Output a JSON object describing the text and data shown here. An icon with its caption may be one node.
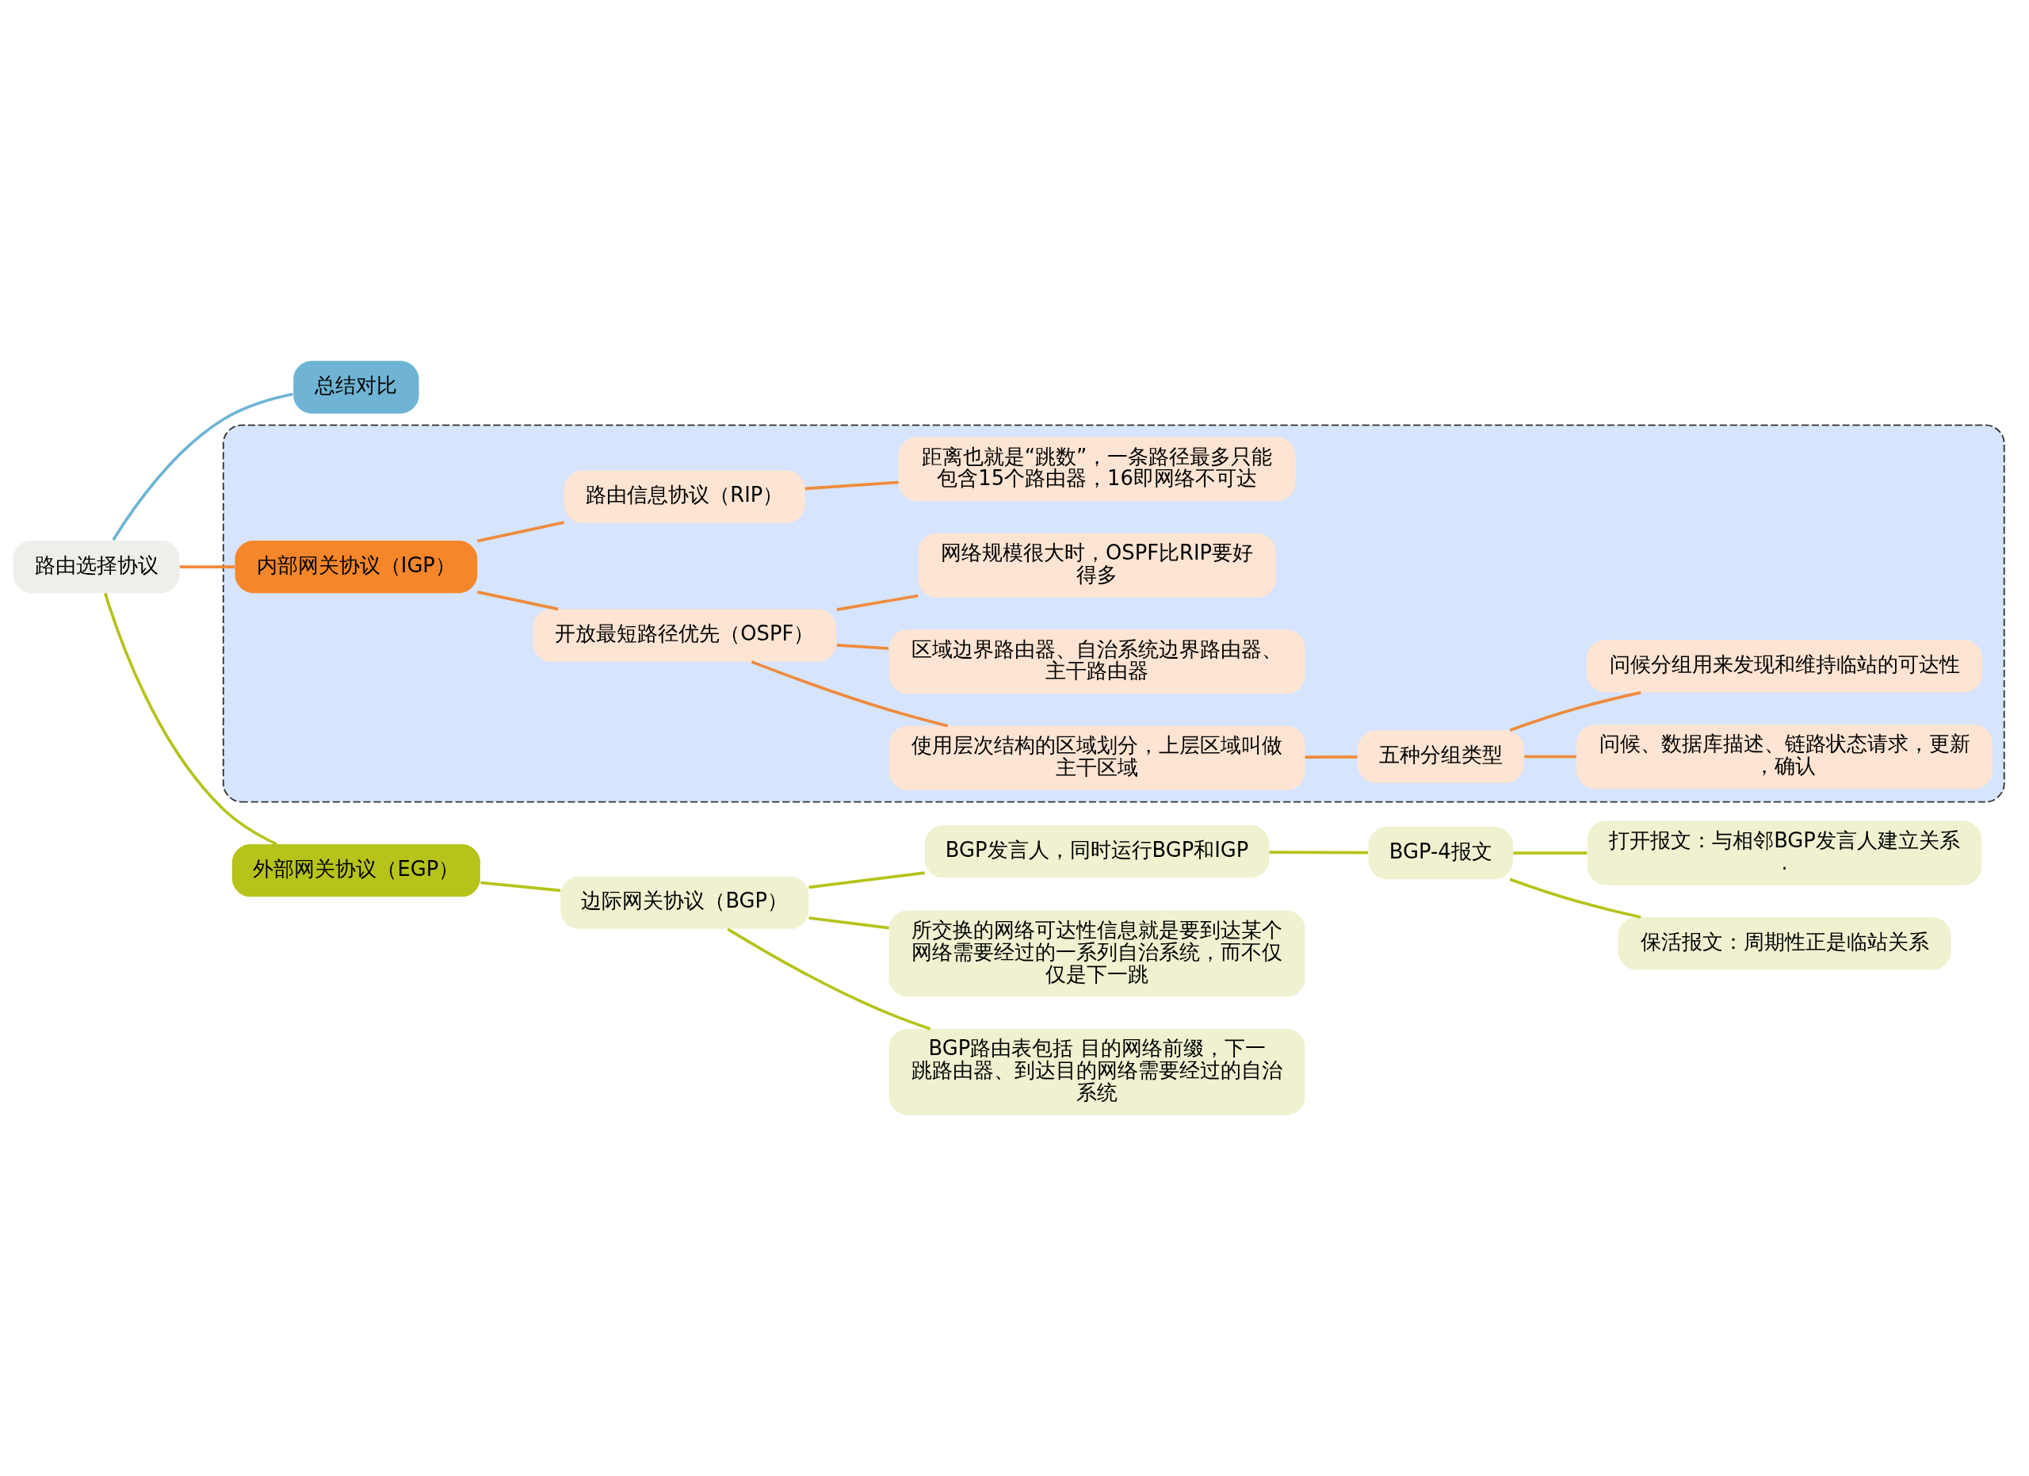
{
  "diagram": {
    "nodes": [
      {
        "text": [
          "路由选择协议"
        ]
      },
      {
        "text": [
          "总结对比"
        ]
      },
      {
        "text": [],
        "shape": "box"
      },
      {
        "text": [
          "内部网关协议（IGP）"
        ],
        "in": 2
      },
      {
        "text": [
          "开放最短路径优先（OSPF）"
        ],
        "in": 2
      },
      {
        "text": [
          "使用层次结构的区域划分，上层区域叫做主干区域"
        ],
        "in": 2
      },
      {
        "text": [
          "五种分组类型"
        ],
        "in": 2
      },
      {
        "text": [
          "问候、数据库描述、链路状态请求，更新，确认"
        ],
        "in": 2
      },
      {
        "text": [
          "问候分组用来发现和维持临站的可达性"
        ],
        "in": 2
      },
      {
        "text": [
          "区域边界路由器、自治系统边界路由器、主干路由器"
        ],
        "in": 2
      },
      {
        "text": [
          "网络规模很大时，OSPF比RIP要好得多"
        ],
        "in": 2
      },
      {
        "text": [
          "路由信息协议（RIP）"
        ],
        "in": 2
      },
      {
        "text": [
          "距离也就是“跳数”，一条路径最多只能包含15个路由器，16即网络不可达"
        ],
        "in": 2
      },
      {
        "text": [
          "外部网关协议（EGP）"
        ]
      },
      {
        "text": [
          "边际网关协议（BGP）"
        ]
      },
      {
        "text": [
          "BGP发言人，同时运行BGP和IGP"
        ]
      },
      {
        "text": [
          "BGP-4报文"
        ]
      },
      {
        "text": [
          "打开报文：与相邻BGP发言人建立关系."
        ]
      },
      {
        "text": [
          "保活报文：周期性正是临站关系"
        ]
      },
      {
        "text": [
          "所交换的网络可达性信息就是要到达某个网络需要经过的一系列自治系统，而不仅仅是下一跳"
        ]
      },
      {
        "text": [
          "BGP路由表包括 目的网络前缀，下一跳路由器、到达目的网络需要经过的自治系统"
        ]
      }
    ],
    "edges": [
      {
        "from": 0,
        "to": 1,
        "arrow": "none",
        "color": "#6fb4d4"
      },
      {
        "from": 0,
        "to": 3,
        "arrow": "none"
      },
      {
        "from": 0,
        "to": 13,
        "arrow": "none",
        "color": "#b5c31a"
      },
      {
        "from": 3,
        "to": 4,
        "arrow": "none"
      },
      {
        "from": 4,
        "to": 5,
        "arrow": "none"
      },
      {
        "from": 5,
        "to": 6,
        "arrow": "none"
      },
      {
        "from": 6,
        "to": 7,
        "arrow": "none"
      },
      {
        "from": 6,
        "to": 8,
        "arrow": "none"
      },
      {
        "from": 4,
        "to": 9,
        "arrow": "none"
      },
      {
        "from": 4,
        "to": 10,
        "arrow": "none"
      },
      {
        "from": 3,
        "to": 11,
        "arrow": "none"
      },
      {
        "from": 11,
        "to": 12,
        "arrow": "none"
      },
      {
        "from": 13,
        "to": 14,
        "arrow": "none",
        "color": "#b5c31a"
      },
      {
        "from": 14,
        "to": 15,
        "arrow": "none",
        "color": "#b5c31a"
      },
      {
        "from": 15,
        "to": 16,
        "arrow": "none",
        "color": "#b5c31a"
      },
      {
        "from": 16,
        "to": 17,
        "arrow": "none",
        "color": "#b5c31a"
      },
      {
        "from": 16,
        "to": 18,
        "arrow": "none",
        "color": "#b5c31a"
      },
      {
        "from": 14,
        "to": 19,
        "arrow": "none",
        "color": "#b5c31a"
      },
      {
        "from": 14,
        "to": 20,
        "arrow": "none",
        "color": "#b5c31a"
      }
    ]
  }
}
